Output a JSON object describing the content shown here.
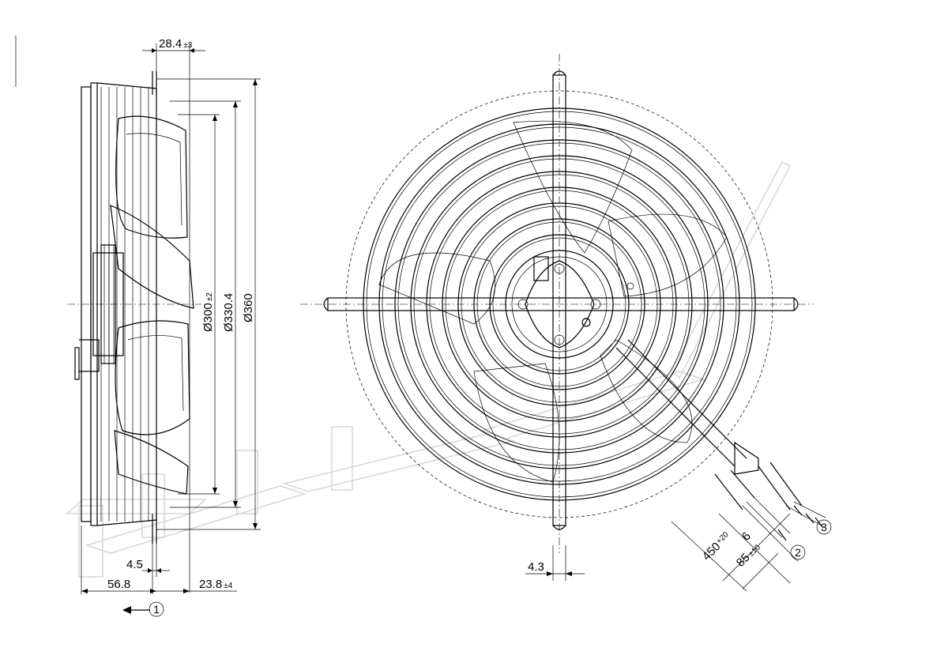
{
  "dimensions": {
    "flange_offset": {
      "value": "28.4",
      "tol": "±3"
    },
    "dia_inner": {
      "value": "Ø300",
      "tol": "±2"
    },
    "dia_mid": {
      "value": "Ø330.4",
      "tol": ""
    },
    "dia_outer": {
      "value": "Ø360",
      "tol": ""
    },
    "flange_thickness": {
      "value": "4.5",
      "tol": ""
    },
    "overall_depth": {
      "value": "56.8",
      "tol": ""
    },
    "blade_projection": {
      "value": "23.8",
      "tol": "±4"
    },
    "foot_width": {
      "value": "4.3",
      "tol": ""
    },
    "strip_length": {
      "value": "6",
      "tol": ""
    },
    "cable_length": {
      "value": "450",
      "tol": "+20"
    },
    "sheath_strip": {
      "value": "85",
      "tol": "±10"
    }
  },
  "callouts": [
    "1",
    "2",
    "3"
  ],
  "icons": {
    "airflow": "airflow-direction-arrow-icon",
    "watermark": "watermark-logo"
  }
}
